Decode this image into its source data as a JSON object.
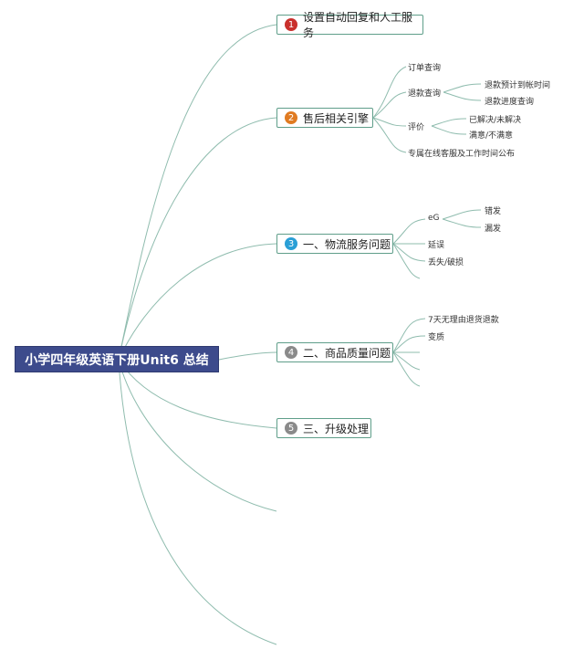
{
  "root": {
    "label": "小学四年级英语下册Unit6 总结"
  },
  "topics": [
    {
      "num": "1",
      "label": "设置自动回复和人工服务",
      "badge_color": "#c9302c"
    },
    {
      "num": "2",
      "label": "售后相关引擎",
      "badge_color": "#e07b22"
    },
    {
      "num": "3",
      "label": "一、物流服务问题",
      "badge_color": "#2a9fd6"
    },
    {
      "num": "4",
      "label": "二、商品质量问题",
      "badge_color": "#8a8a8a"
    },
    {
      "num": "5",
      "label": "三、升级处理",
      "badge_color": "#8a8a8a"
    }
  ],
  "t2": {
    "order_query": "订单查询",
    "refund_query": "退款查询",
    "refund_eta": "退款预计到帐时间",
    "refund_progress": "退款进度查询",
    "review": "评价",
    "resolved": "已解决/未解决",
    "satisfied": "满意/不满意",
    "service_hours": "专属在线客服及工作时间公布"
  },
  "t3": {
    "eg": "eG",
    "wrong_ship": "错发",
    "missing_ship": "漏发",
    "delay": "延误",
    "lost_damaged": "丢失/破损"
  },
  "t4": {
    "return_7day": "7天无理由退货退款",
    "spoiled": "变质"
  }
}
